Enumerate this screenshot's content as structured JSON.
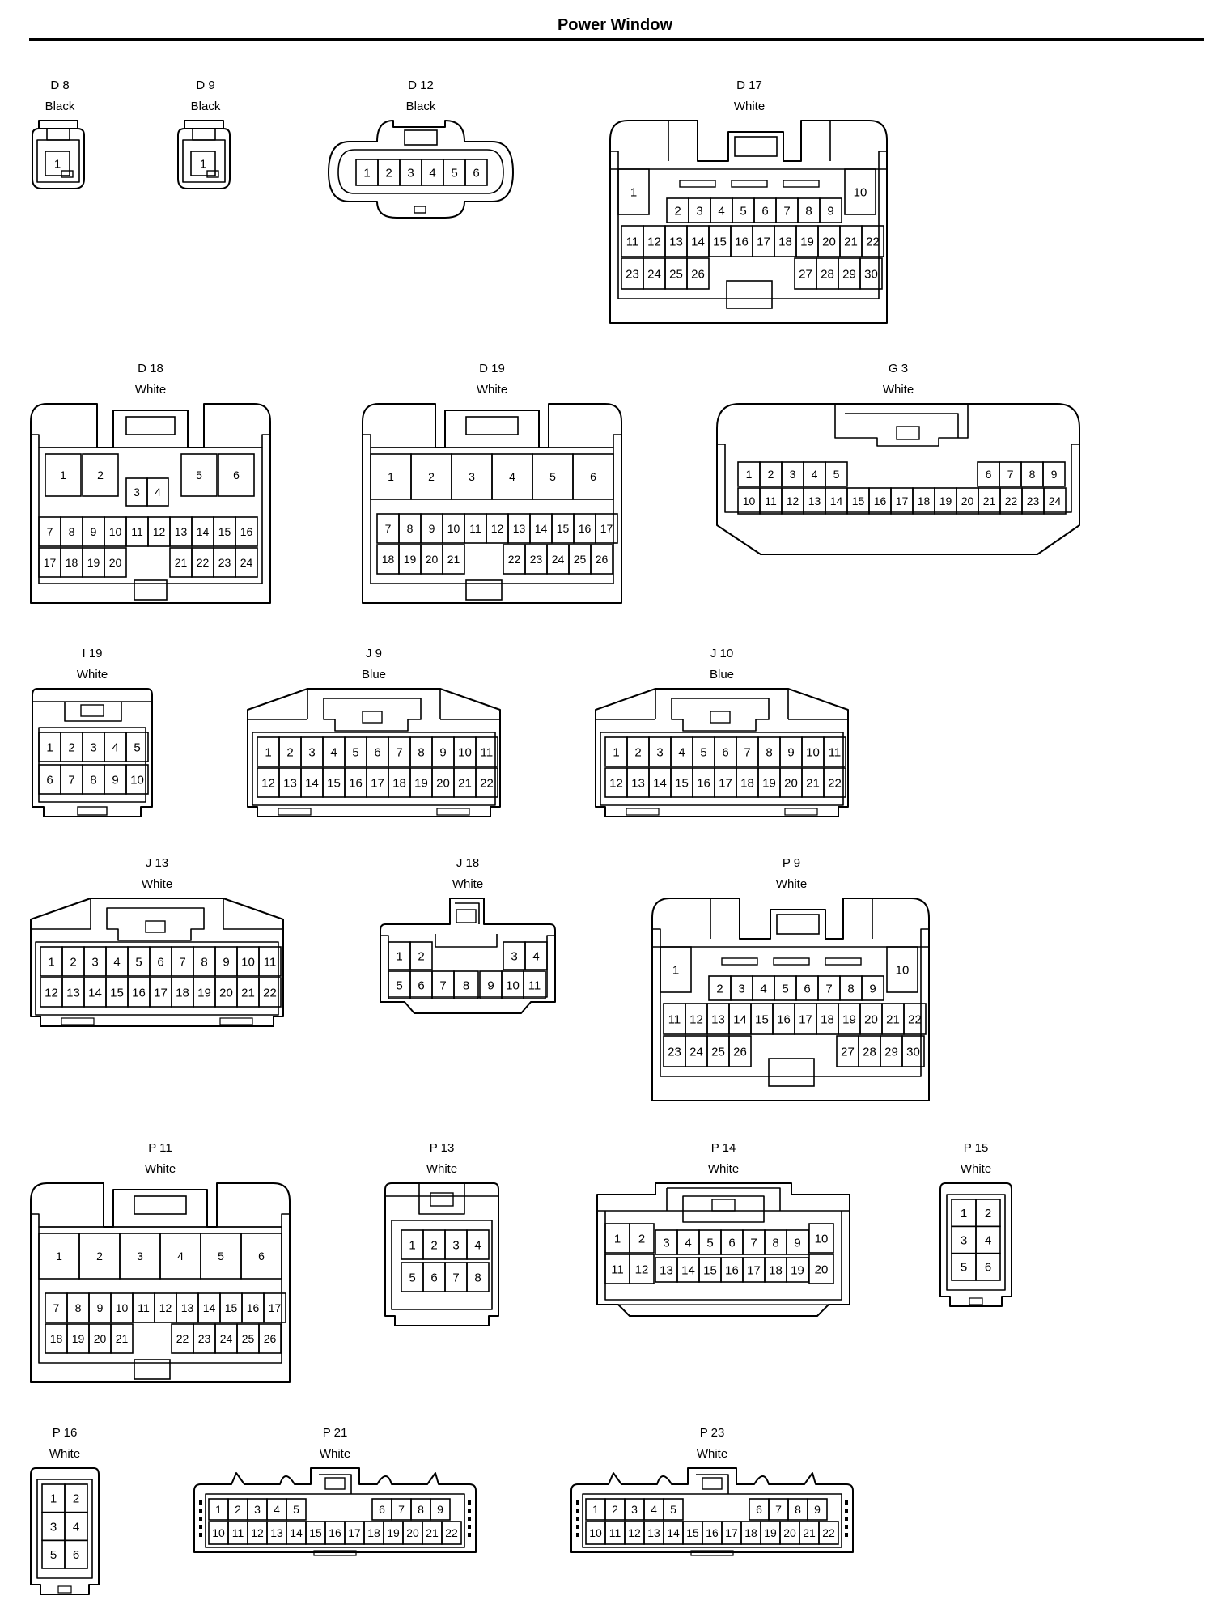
{
  "title": "Power Window",
  "connectors": [
    {
      "id": "D 8",
      "color": "Black",
      "pins": [
        "1"
      ]
    },
    {
      "id": "D 9",
      "color": "Black",
      "pins": [
        "1"
      ]
    },
    {
      "id": "D 12",
      "color": "Black",
      "pins": [
        "1",
        "2",
        "3",
        "4",
        "5",
        "6"
      ]
    },
    {
      "id": "D 17",
      "color": "White",
      "pins": [
        "1",
        "2",
        "3",
        "4",
        "5",
        "6",
        "7",
        "8",
        "9",
        "10",
        "11",
        "12",
        "13",
        "14",
        "15",
        "16",
        "17",
        "18",
        "19",
        "20",
        "21",
        "22",
        "23",
        "24",
        "25",
        "26",
        "27",
        "28",
        "29",
        "30"
      ]
    },
    {
      "id": "D 18",
      "color": "White",
      "pins": [
        "1",
        "2",
        "3",
        "4",
        "5",
        "6",
        "7",
        "8",
        "9",
        "10",
        "11",
        "12",
        "13",
        "14",
        "15",
        "16",
        "17",
        "18",
        "19",
        "20",
        "21",
        "22",
        "23",
        "24"
      ]
    },
    {
      "id": "D 19",
      "color": "White",
      "pins": [
        "1",
        "2",
        "3",
        "4",
        "5",
        "6",
        "7",
        "8",
        "9",
        "10",
        "11",
        "12",
        "13",
        "14",
        "15",
        "16",
        "17",
        "18",
        "19",
        "20",
        "21",
        "22",
        "23",
        "24",
        "25",
        "26"
      ]
    },
    {
      "id": "G 3",
      "color": "White",
      "pins": [
        "1",
        "2",
        "3",
        "4",
        "5",
        "6",
        "7",
        "8",
        "9",
        "10",
        "11",
        "12",
        "13",
        "14",
        "15",
        "16",
        "17",
        "18",
        "19",
        "20",
        "21",
        "22",
        "23",
        "24"
      ]
    },
    {
      "id": "I 19",
      "color": "White",
      "pins": [
        "1",
        "2",
        "3",
        "4",
        "5",
        "6",
        "7",
        "8",
        "9",
        "10"
      ]
    },
    {
      "id": "J 9",
      "color": "Blue",
      "pins": [
        "1",
        "2",
        "3",
        "4",
        "5",
        "6",
        "7",
        "8",
        "9",
        "10",
        "11",
        "12",
        "13",
        "14",
        "15",
        "16",
        "17",
        "18",
        "19",
        "20",
        "21",
        "22"
      ]
    },
    {
      "id": "J 10",
      "color": "Blue",
      "pins": [
        "1",
        "2",
        "3",
        "4",
        "5",
        "6",
        "7",
        "8",
        "9",
        "10",
        "11",
        "12",
        "13",
        "14",
        "15",
        "16",
        "17",
        "18",
        "19",
        "20",
        "21",
        "22"
      ]
    },
    {
      "id": "J 13",
      "color": "White",
      "pins": [
        "1",
        "2",
        "3",
        "4",
        "5",
        "6",
        "7",
        "8",
        "9",
        "10",
        "11",
        "12",
        "13",
        "14",
        "15",
        "16",
        "17",
        "18",
        "19",
        "20",
        "21",
        "22"
      ]
    },
    {
      "id": "J 18",
      "color": "White",
      "pins": [
        "1",
        "2",
        "3",
        "4",
        "5",
        "6",
        "7",
        "8",
        "9",
        "10",
        "11"
      ]
    },
    {
      "id": "P 9",
      "color": "White",
      "pins": [
        "1",
        "2",
        "3",
        "4",
        "5",
        "6",
        "7",
        "8",
        "9",
        "10",
        "11",
        "12",
        "13",
        "14",
        "15",
        "16",
        "17",
        "18",
        "19",
        "20",
        "21",
        "22",
        "23",
        "24",
        "25",
        "26",
        "27",
        "28",
        "29",
        "30"
      ]
    },
    {
      "id": "P 11",
      "color": "White",
      "pins": [
        "1",
        "2",
        "3",
        "4",
        "5",
        "6",
        "7",
        "8",
        "9",
        "10",
        "11",
        "12",
        "13",
        "14",
        "15",
        "16",
        "17",
        "18",
        "19",
        "20",
        "21",
        "22",
        "23",
        "24",
        "25",
        "26"
      ]
    },
    {
      "id": "P 13",
      "color": "White",
      "pins": [
        "1",
        "2",
        "3",
        "4",
        "5",
        "6",
        "7",
        "8"
      ]
    },
    {
      "id": "P 14",
      "color": "White",
      "pins": [
        "1",
        "2",
        "3",
        "4",
        "5",
        "6",
        "7",
        "8",
        "9",
        "10",
        "11",
        "12",
        "13",
        "14",
        "15",
        "16",
        "17",
        "18",
        "19",
        "20"
      ]
    },
    {
      "id": "P 15",
      "color": "White",
      "pins": [
        "1",
        "2",
        "3",
        "4",
        "5",
        "6"
      ]
    },
    {
      "id": "P 16",
      "color": "White",
      "pins": [
        "1",
        "2",
        "3",
        "4",
        "5",
        "6"
      ]
    },
    {
      "id": "P 21",
      "color": "White",
      "pins": [
        "1",
        "2",
        "3",
        "4",
        "5",
        "6",
        "7",
        "8",
        "9",
        "10",
        "11",
        "12",
        "13",
        "14",
        "15",
        "16",
        "17",
        "18",
        "19",
        "20",
        "21",
        "22"
      ]
    },
    {
      "id": "P 23",
      "color": "White",
      "pins": [
        "1",
        "2",
        "3",
        "4",
        "5",
        "6",
        "7",
        "8",
        "9",
        "10",
        "11",
        "12",
        "13",
        "14",
        "15",
        "16",
        "17",
        "18",
        "19",
        "20",
        "21",
        "22"
      ]
    }
  ]
}
